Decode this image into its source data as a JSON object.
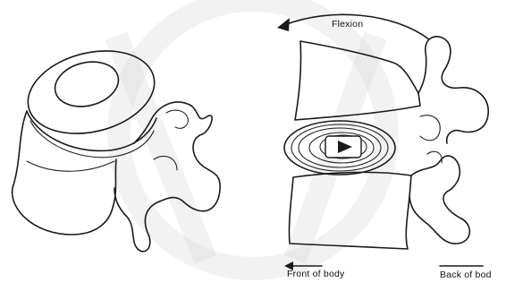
{
  "labels": {
    "flexion": "Flexion",
    "front_of_body": "Front of body",
    "back_of_body": "Back of bod"
  },
  "colors": {
    "ink": "#1a1a1a",
    "background": "#ffffff",
    "watermark": "#d9d9d9"
  },
  "icons": {
    "disc_arrow": "right-pointing-triangle-icon",
    "flexion_arrow": "curved-arrow-left-icon"
  }
}
